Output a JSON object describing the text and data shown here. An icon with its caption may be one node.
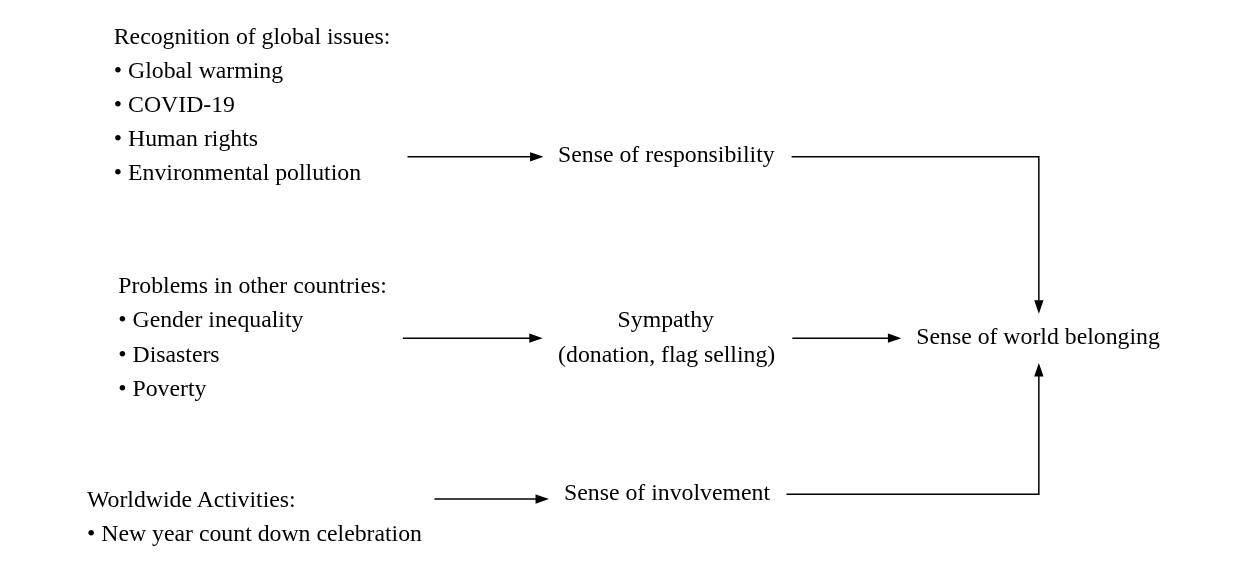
{
  "diagram": {
    "nodes": [
      {
        "text": [
          "Recognition of global issues:",
          "• Global warming",
          "• COVID-19",
          "• Human rights",
          "• Environmental pollution"
        ]
      },
      {
        "text": [
          "Problems in other countries:",
          "• Gender inequality",
          "• Disasters",
          "• Poverty"
        ]
      },
      {
        "text": [
          "Worldwide Activities:",
          "• New year count down celebration"
        ]
      },
      {
        "text": [
          "Sense of responsibility"
        ]
      },
      {
        "text": [
          "Sympathy",
          "(donation, flag selling)"
        ]
      },
      {
        "text": [
          "Sense of involvement"
        ]
      },
      {
        "text": [
          "Sense of world belonging"
        ]
      }
    ],
    "edges": [
      {
        "from": 0,
        "to": 3,
        "arrow": "to"
      },
      {
        "from": 1,
        "to": 4,
        "arrow": "to"
      },
      {
        "from": 2,
        "to": 5,
        "arrow": "to"
      },
      {
        "from": 3,
        "to": 6,
        "arrow": "to"
      },
      {
        "from": 4,
        "to": 6,
        "arrow": "to"
      },
      {
        "from": 5,
        "to": 6,
        "arrow": "to"
      }
    ]
  }
}
